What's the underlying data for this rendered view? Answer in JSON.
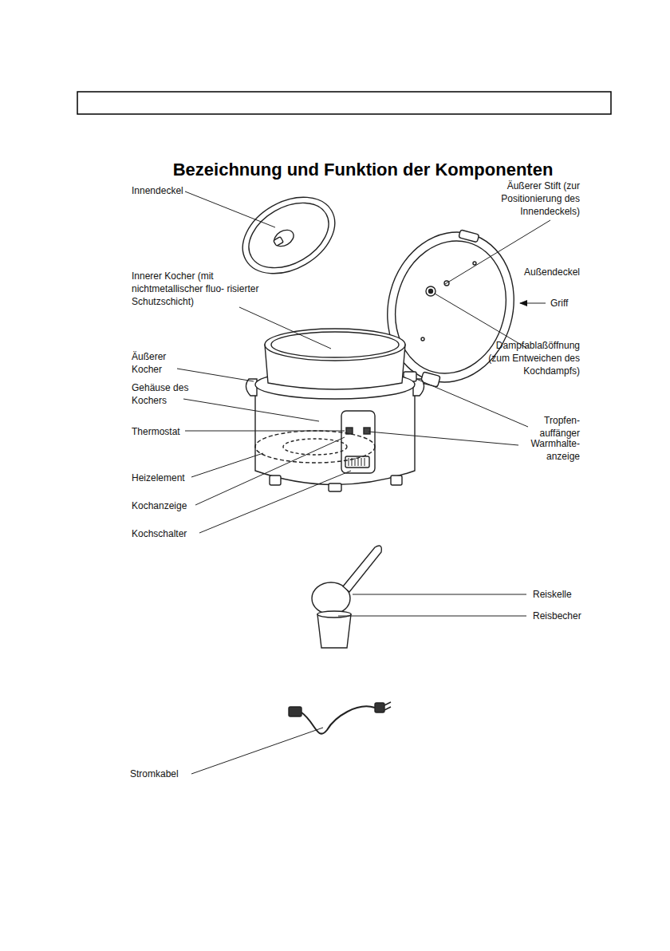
{
  "diagram": {
    "title": "Bezeichnung und Funktion der Komponenten",
    "labels": [
      "Innendeckel",
      "Innerer Kocher (mit nichtmetallischer fluo- risierter Schutzschicht)",
      "Äußerer Kocher",
      "Gehäuse des Kochers",
      "Thermostat",
      "Heizelement",
      "Kochanzeige",
      "Kochschalter",
      "Äußerer Stift (zur Positionierung des Innendeckels)",
      "Außendeckel",
      "Griff",
      "Dampfablaßöffnung (zum Entweichen des Kochdampfs)",
      "Tropfen- auffänger",
      "Warmhalte- anzeige",
      "Reiskelle",
      "Reisbecher",
      "Stromkabel"
    ]
  }
}
